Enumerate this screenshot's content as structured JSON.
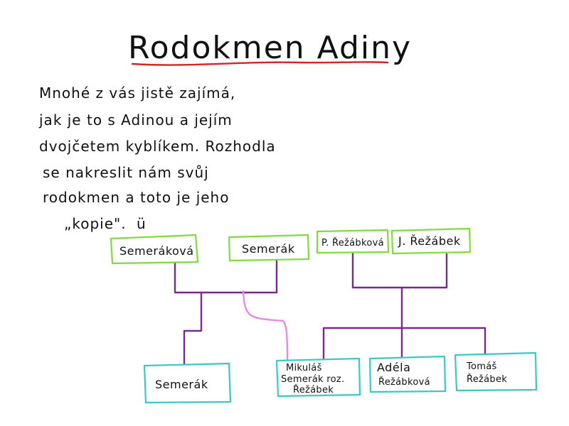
{
  "colors": {
    "ink": "#111111",
    "underline": "#d62424",
    "parent_box": "#7fdc3a",
    "child_box": "#3ac9c2",
    "link": "#7a2a8a",
    "link_highlight": "#e88ae0"
  },
  "title": "Rodokmen Adiny",
  "paragraph": [
    "Mnohé z vás jistě zajímá,",
    "jak je to s Adinou a jejím",
    "dvojčetem kyblíkem. Rozhodla",
    "se nakreslit nám svůj",
    "rodokmen a toto je jeho",
    "„kopie\"."
  ],
  "smiley": "ü",
  "parents": [
    {
      "id": "semerakova",
      "label": "Semeráková"
    },
    {
      "id": "semerak",
      "label": "Semerák"
    },
    {
      "id": "p-rezabkova",
      "label": "P. Řežábková"
    },
    {
      "id": "j-rezabek",
      "label": "J. Řežábek"
    }
  ],
  "children": [
    {
      "id": "child-semerak",
      "lines": [
        "Semerák"
      ]
    },
    {
      "id": "child-mikulas",
      "lines": [
        "Mikuláš",
        "Semerák roz.",
        "Řežábek"
      ]
    },
    {
      "id": "child-adela",
      "lines": [
        "Adéla",
        "Řežábková"
      ]
    },
    {
      "id": "child-tomas",
      "lines": [
        "Tomáš",
        "Řežábek"
      ]
    }
  ]
}
